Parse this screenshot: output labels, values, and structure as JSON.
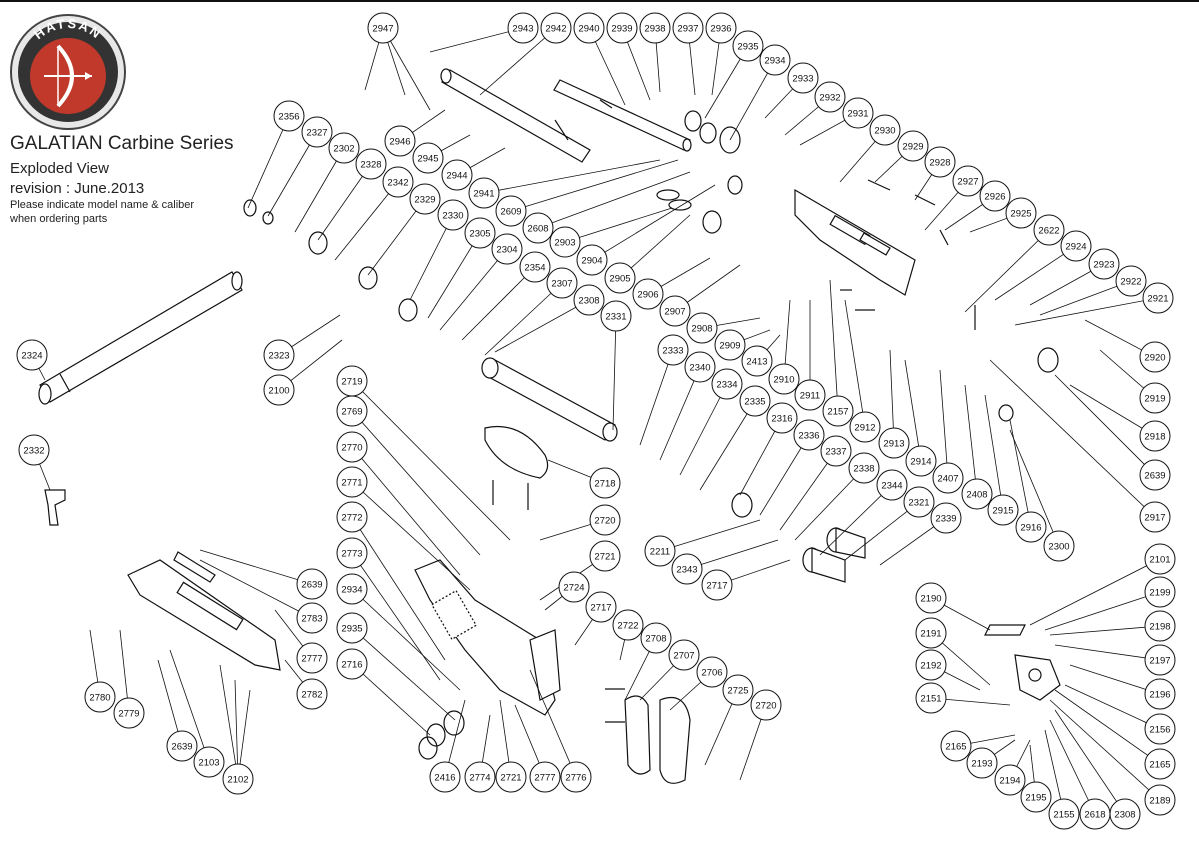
{
  "header": {
    "logo_text": "HATSAN",
    "title": "GALATIAN Carbine Series",
    "subtitle": "Exploded View",
    "revision": "revision : June.2013",
    "note_line1": "Please indicate model name & caliber",
    "note_line2": "when ordering parts"
  },
  "colors": {
    "logo_red": "#c0392b",
    "logo_ring": "#555555",
    "line": "#111111"
  },
  "callouts": [
    "2947",
    "2943",
    "2942",
    "2940",
    "2939",
    "2938",
    "2937",
    "2936",
    "2935",
    "2934",
    "2933",
    "2932",
    "2931",
    "2930",
    "2929",
    "2928",
    "2927",
    "2926",
    "2925",
    "2622",
    "2924",
    "2923",
    "2922",
    "2921",
    "2920",
    "2919",
    "2918",
    "2639",
    "2917",
    "2356",
    "2327",
    "2302",
    "2328",
    "2342",
    "2329",
    "2330",
    "2305",
    "2304",
    "2354",
    "2307",
    "2308",
    "2331",
    "2946",
    "2945",
    "2944",
    "2941",
    "2609",
    "2608",
    "2903",
    "2904",
    "2905",
    "2906",
    "2907",
    "2908",
    "2909",
    "2413",
    "2910",
    "2911",
    "2157",
    "2912",
    "2913",
    "2914",
    "2407",
    "2408",
    "2915",
    "2916",
    "2300",
    "2324",
    "2323",
    "2100",
    "2332",
    "2333",
    "2340",
    "2334",
    "2335",
    "2316",
    "2336",
    "2337",
    "2338",
    "2344",
    "2321",
    "2339",
    "2211",
    "2343",
    "2717",
    "2719",
    "2769",
    "2770",
    "2771",
    "2772",
    "2773",
    "2934",
    "2935",
    "2716",
    "2718",
    "2720",
    "2721",
    "2724",
    "2717",
    "2722",
    "2708",
    "2707",
    "2706",
    "2725",
    "2720",
    "2416",
    "2774",
    "2721",
    "2777",
    "2776",
    "2639",
    "2783",
    "2777",
    "2782",
    "2780",
    "2779",
    "2639",
    "2103",
    "2102",
    "2101",
    "2199",
    "2198",
    "2197",
    "2196",
    "2156",
    "2165",
    "2189",
    "2190",
    "2191",
    "2192",
    "2151",
    "2165",
    "2193",
    "2194",
    "2195",
    "2155",
    "2618",
    "2308"
  ]
}
